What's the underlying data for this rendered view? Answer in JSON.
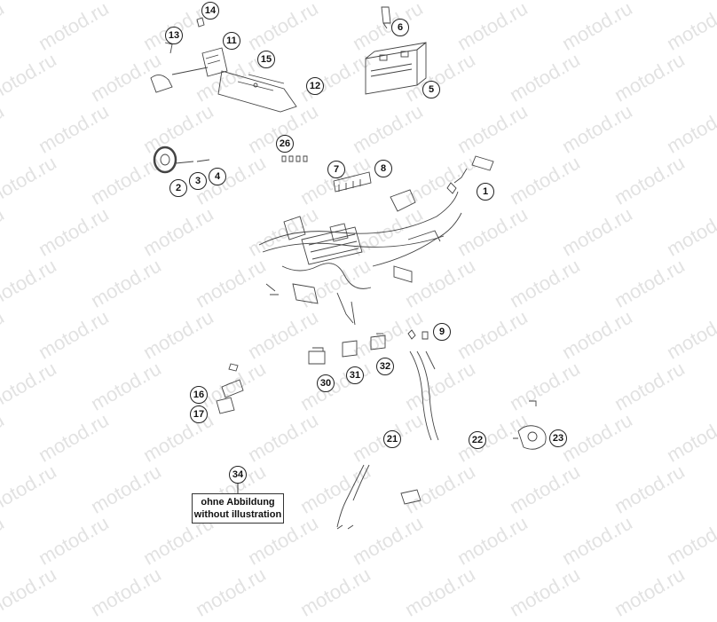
{
  "watermark_text": "motod.ru",
  "callouts": [
    "14",
    "6",
    "13",
    "11",
    "15",
    "12",
    "5",
    "26",
    "2",
    "3",
    "4",
    "7",
    "8",
    "1",
    "9",
    "31",
    "32",
    "30",
    "16",
    "17",
    "21",
    "22",
    "23",
    "34"
  ],
  "note": {
    "line_de": "ohne Abbildung",
    "line_en": "without illustration"
  }
}
